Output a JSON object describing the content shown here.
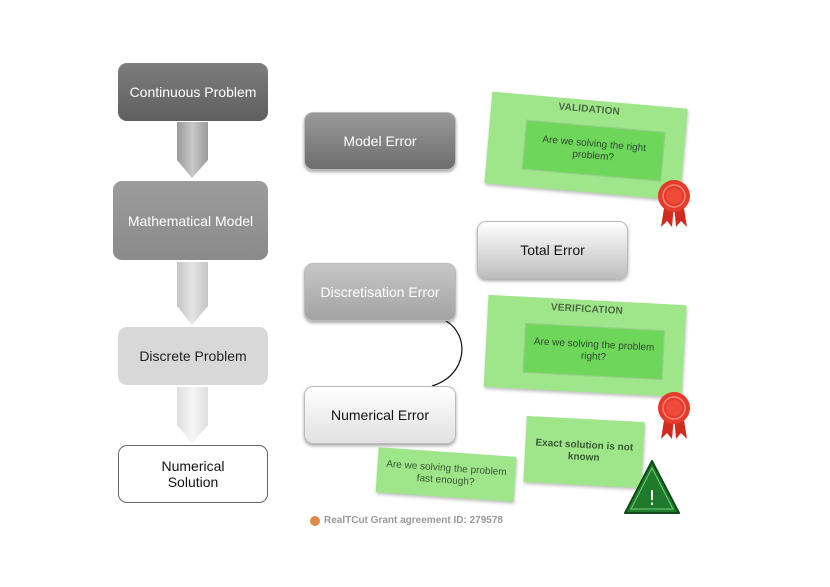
{
  "flow": {
    "continuous_problem": "Continuous Problem",
    "mathematical_model": "Mathematical Model",
    "discrete_problem": "Discrete Problem",
    "numerical_solution": "Numerical Solution"
  },
  "errors": {
    "model_error": "Model Error",
    "discretisation_error": "Discretisation Error",
    "numerical_error": "Numerical Error",
    "total_error": "Total Error"
  },
  "validation": {
    "title": "VALIDATION",
    "question": "Are we solving the right problem?"
  },
  "verification": {
    "title": "VERIFICATION",
    "question": "Are we solving the problem right?"
  },
  "notes": {
    "speed": "Are we solving the problem fast enough?",
    "exact": "Exact solution is not known"
  },
  "warning_symbol": "!",
  "footer": {
    "text": "RealTCut Grant agreement ID: 279578"
  },
  "icons": {
    "ribbon": "award-ribbon-icon",
    "warning": "warning-triangle-icon",
    "logo": "erc-logo-icon"
  },
  "colors": {
    "card_green": "#9fe58a",
    "inner_green": "#6ed65b",
    "ribbon_red": "#e53a2c",
    "warning_green": "#1f7a2c"
  }
}
